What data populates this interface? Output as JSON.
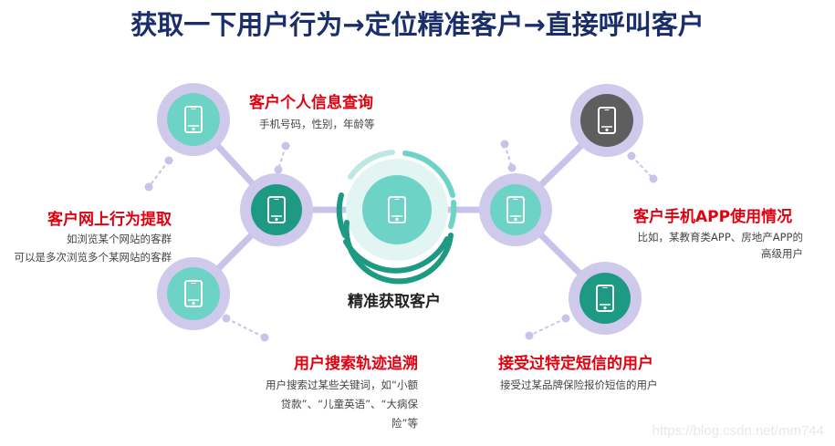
{
  "title": "获取一下用户行为→定位精准客户→直接呼叫客户",
  "center": {
    "label": "精准获取客户",
    "icon": "smartphone-icon"
  },
  "colors": {
    "title": "#1a2e6c",
    "heading": "#e10010",
    "ring": "#c8c3e8",
    "mint": "#6dd3c6",
    "teal": "#1e9a84",
    "gray": "#5e5e5e",
    "center_light": "#e3f5f2"
  },
  "nodes": [
    {
      "id": "top-left",
      "heading": "客户个人信息查询",
      "lines": [
        "手机号码，性别，年龄等"
      ],
      "fill": "mint"
    },
    {
      "id": "mid-left",
      "heading": "客户网上行为提取",
      "lines": [
        "如浏览某个网站的客群",
        "可以是多次浏览多个某网站的客群"
      ],
      "fill": "teal"
    },
    {
      "id": "bottom-left",
      "heading": "用户搜索轨迹追溯",
      "lines": [
        "用户搜索过某些关键词，如“小额",
        "贷款”、“儿童英语”、“大病保",
        "险”等"
      ],
      "fill": "mint"
    },
    {
      "id": "top-right",
      "heading": "客户手机APP使用情况",
      "lines": [
        "比如，某教育类APP、房地产APP的",
        "高级用户"
      ],
      "fill": "gray"
    },
    {
      "id": "mid-right",
      "fill": "mint"
    },
    {
      "id": "bottom-right",
      "heading": "接受过特定短信的用户",
      "lines": [
        "接受过某品牌保险报价短信的用户"
      ],
      "fill": "teal"
    }
  ],
  "watermark": "https://blog.csdn.net/mm744"
}
